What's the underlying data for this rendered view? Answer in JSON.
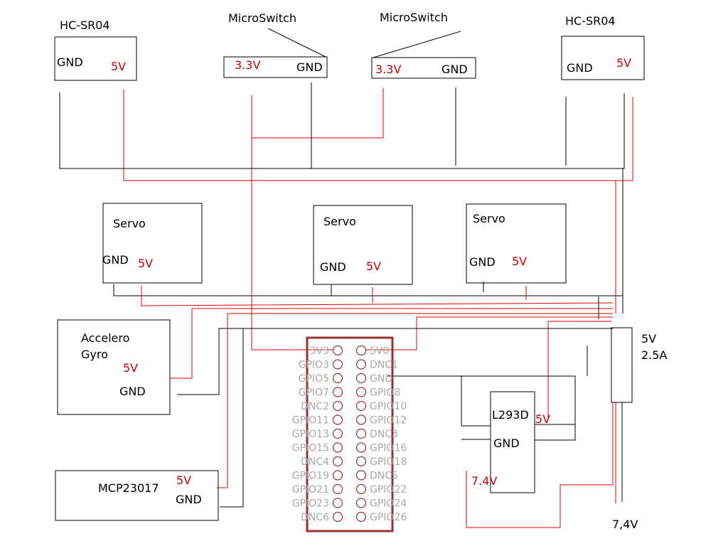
{
  "colors": {
    "ground_wire": "#000000",
    "power_wire": "#dd0000",
    "header_outline": "#993333",
    "pin_label": "#a8a8a8",
    "voltage_label": "#cc0000"
  },
  "components": {
    "hcsr04_left": {
      "title": "HC-SR04",
      "gnd": "GND",
      "vcc": "5V"
    },
    "microswitch_1": {
      "title": "MicroSwitch",
      "vcc": "3.3V",
      "gnd": "GND"
    },
    "microswitch_2": {
      "title": "MicroSwitch",
      "vcc": "3.3V",
      "gnd": "GND"
    },
    "hcsr04_right": {
      "title": "HC-SR04",
      "gnd": "GND",
      "vcc": "5V"
    },
    "servo_1": {
      "title": "Servo",
      "gnd": "GND",
      "vcc": "5V"
    },
    "servo_2": {
      "title": "Servo",
      "gnd": "GND",
      "vcc": "5V"
    },
    "servo_3": {
      "title": "Servo",
      "gnd": "GND",
      "vcc": "5V"
    },
    "accelero_gyro": {
      "title_line1": "Accelero",
      "title_line2": "Gyro",
      "vcc": "5V",
      "gnd": "GND"
    },
    "mcp23017": {
      "title": "MCP23017",
      "vcc": "5V",
      "gnd": "GND"
    },
    "l293d": {
      "title": "L293D",
      "vcc": "5V",
      "gnd": "GND",
      "motor_supply": "7.4V"
    },
    "power_5v": {
      "line1": "5V",
      "line2": "2.5A"
    },
    "battery": {
      "label": "7,4V"
    }
  },
  "header": {
    "left_pins": [
      "3V3",
      "GPIO3",
      "GPIO5",
      "GPIO7",
      "DNC2",
      "GPIO11",
      "GPIO13",
      "GPIO15",
      "DNC4",
      "GPIO19",
      "GPIO21",
      "GPIO23",
      "DNC6"
    ],
    "right_pins": [
      "5V0",
      "DNC1",
      "GND",
      "GPIO8",
      "GPIO10",
      "GPIO12",
      "DNC3",
      "GPIO16",
      "GPIO18",
      "DNC5",
      "GPIO22",
      "GPIO24",
      "GPIO26"
    ]
  }
}
